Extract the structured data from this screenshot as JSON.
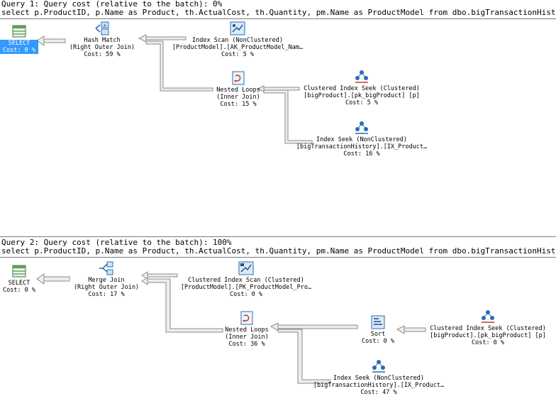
{
  "queries": [
    {
      "title": "Query 1: Query cost (relative to the batch): 0%",
      "sql": "select p.ProductID, p.Name as Product, th.ActualCost, th.Quantity, pm.Name as ProductModel from dbo.bigTransactionHistor",
      "nodes": {
        "select": {
          "name": "SELECT",
          "cost": "Cost: 0 %"
        },
        "hash_match": {
          "name": "Hash Match",
          "detail": "(Right Outer Join)",
          "cost": "Cost: 59 %"
        },
        "index_scan": {
          "name": "Index Scan (NonClustered)",
          "detail": "[ProductModel].[AK_ProductModel_Nam…",
          "cost": "Cost: 5 %"
        },
        "nested_loops": {
          "name": "Nested Loops",
          "detail": "(Inner Join)",
          "cost": "Cost: 15 %"
        },
        "clustered_seek": {
          "name": "Clustered Index Seek (Clustered)",
          "detail": "[bigProduct].[pk_bigProduct] [p]",
          "cost": "Cost: 5 %"
        },
        "index_seek": {
          "name": "Index Seek (NonClustered)",
          "detail": "[bigTransactionHistory].[IX_Product…",
          "cost": "Cost: 16 %"
        }
      }
    },
    {
      "title": "Query 2: Query cost (relative to the batch): 100%",
      "sql": "select p.ProductID, p.Name as Product, th.ActualCost, th.Quantity, pm.Name as ProductModel from dbo.bigTransactionHistor",
      "nodes": {
        "select": {
          "name": "SELECT",
          "cost": "Cost: 0 %"
        },
        "merge_join": {
          "name": "Merge Join",
          "detail": "(Right Outer Join)",
          "cost": "Cost: 17 %"
        },
        "clustered_scan": {
          "name": "Clustered Index Scan (Clustered)",
          "detail": "[ProductModel].[PK_ProductModel_Pro…",
          "cost": "Cost: 0 %"
        },
        "nested_loops": {
          "name": "Nested Loops",
          "detail": "(Inner Join)",
          "cost": "Cost: 36 %"
        },
        "sort": {
          "name": "Sort",
          "cost": "Cost: 0 %"
        },
        "clustered_seek": {
          "name": "Clustered Index Seek (Clustered)",
          "detail": "[bigProduct].[pk_bigProduct] [p]",
          "cost": "Cost: 0 %"
        },
        "index_seek": {
          "name": "Index Seek (NonClustered)",
          "detail": "[bigTransactionHistory].[IX_Product…",
          "cost": "Cost: 47 %"
        }
      }
    }
  ],
  "icons": {
    "select": "select-icon",
    "hash_match": "hash-match-icon",
    "index_scan": "index-scan-icon",
    "nested_loops": "nested-loops-icon",
    "clustered_seek": "clustered-index-seek-icon",
    "index_seek": "index-seek-icon",
    "merge_join": "merge-join-icon",
    "clustered_scan": "clustered-index-scan-icon",
    "sort": "sort-icon"
  },
  "colors": {
    "selection": "#3399ff",
    "icon_blue": "#2b6cb0",
    "arrow_fill": "#ededed",
    "arrow_stroke": "#8c8c8c",
    "divider": "#7a7a7a"
  }
}
